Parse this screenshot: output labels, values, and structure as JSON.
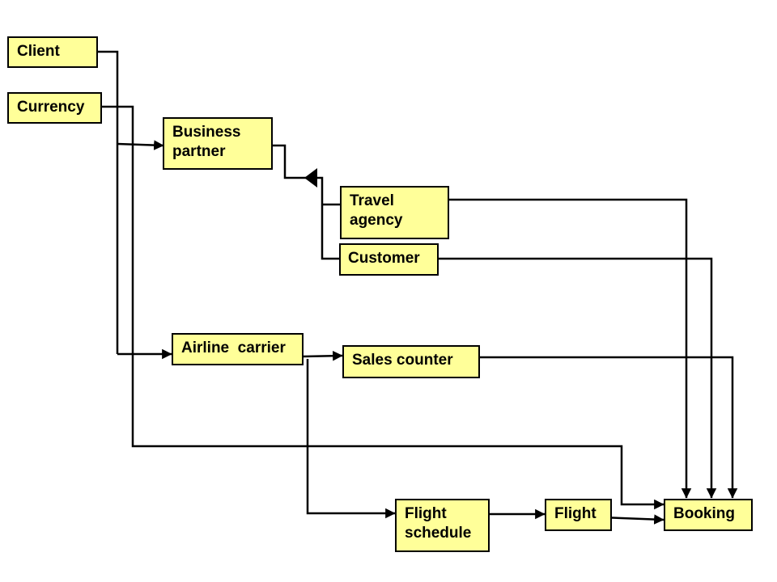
{
  "diagram": {
    "colors": {
      "box_fill": "#ffff99",
      "stroke": "#000000",
      "background": "#ffffff"
    },
    "nodes": {
      "client": {
        "line1": "Client"
      },
      "currency": {
        "line1": "Currency"
      },
      "business_partner": {
        "line1": "Business",
        "line2": "partner"
      },
      "travel_agency": {
        "line1": "Travel",
        "line2": "agency"
      },
      "customer": {
        "line1": "Customer"
      },
      "airline_carrier": {
        "line1": "Airline  carrier"
      },
      "sales_counter": {
        "line1": "Sales counter"
      },
      "flight_schedule": {
        "line1": "Flight",
        "line2": "schedule"
      },
      "flight": {
        "line1": "Flight"
      },
      "booking": {
        "line1": "Booking"
      }
    },
    "edges": [
      {
        "from": "Client",
        "to": "Business partner"
      },
      {
        "from": "Client",
        "to": "Airline carrier"
      },
      {
        "from": "Currency",
        "to": "Booking"
      },
      {
        "from": "Business partner",
        "to": "Travel agency",
        "notation": "specialization"
      },
      {
        "from": "Business partner",
        "to": "Customer",
        "notation": "specialization"
      },
      {
        "from": "Travel agency",
        "to": "Booking"
      },
      {
        "from": "Customer",
        "to": "Booking"
      },
      {
        "from": "Airline carrier",
        "to": "Sales counter"
      },
      {
        "from": "Airline carrier",
        "to": "Flight schedule"
      },
      {
        "from": "Sales counter",
        "to": "Booking"
      },
      {
        "from": "Flight schedule",
        "to": "Flight"
      },
      {
        "from": "Flight",
        "to": "Booking"
      }
    ]
  }
}
